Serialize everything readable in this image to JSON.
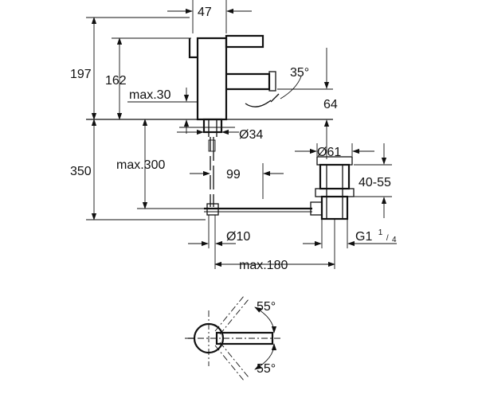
{
  "dimensions": {
    "top_width": "47",
    "total_height": "197",
    "spout_height": "162",
    "max_lever_height": "max.30",
    "spout_angle": "35°",
    "spout_reach": "64",
    "hole_diameter": "Ø34",
    "pipe_length": "350",
    "max_rod_length": "max.300",
    "rod_offset": "99",
    "waste_diameter": "Ø61",
    "waste_height": "40-55",
    "thread": "G1",
    "thread_fraction_num": "1",
    "thread_fraction_den": "4",
    "rod_diameter": "Ø10",
    "max_horizontal": "max.180",
    "swing_angle_top": "55°",
    "swing_angle_bottom": "55°"
  },
  "colors": {
    "line": "#111111",
    "background": "#ffffff"
  }
}
